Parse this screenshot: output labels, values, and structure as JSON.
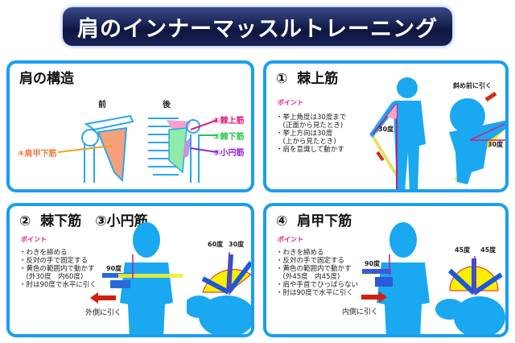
{
  "title": "肩のインナーマッスルトレーニング",
  "colors": {
    "accent": "#1a9ef0",
    "banner": "#0e1540",
    "point": "#e0197a",
    "supraspinatus": "#e0197a",
    "infraspinatus": "#22c94a",
    "teres_minor": "#9a22d0",
    "subscapularis": "#f07a3a",
    "range": "#ffee00"
  },
  "structure": {
    "title": "肩の構造",
    "front": "前",
    "back": "後",
    "labels": {
      "subscapularis": "④肩甲下筋",
      "supraspinatus": "①棘上筋",
      "infraspinatus": "②棘下筋",
      "teres_minor": "③小円筋"
    }
  },
  "supraspinatus": {
    "title": "①  棘上筋",
    "point": "ポイント",
    "bullets": "・挙上角度は30度まで\n　(正面から見たとき)\n・挙上方向は30度\n　(上から見たとき)\n・肩を意識して動かす",
    "angle_front": "30度",
    "angle_top": "30度",
    "direction": "斜め前に引く"
  },
  "infraspinatus": {
    "title": "②  棘下筋　③小円筋",
    "point": "ポイント",
    "bullets": "・わきを締める\n・反対の手で固定する\n・黄色の範囲内で動かす\n　(外30度　内60度)\n・肘は90度で水平に引く",
    "elbow": "90度",
    "angle_a": "60度",
    "angle_b": "30度",
    "direction": "外側に引く"
  },
  "subscapularis": {
    "title": "④  肩甲下筋",
    "point": "ポイント",
    "bullets": "・わきを締める\n・反対の手で固定する\n・黄色の範囲内で動かす\n　(外45度　内45度)\n・肩や手首でひっぱらない\n・肘は90度で水平に引く",
    "elbow": "90度",
    "angle_a": "45度",
    "angle_b": "45度",
    "direction": "内側に引く"
  }
}
